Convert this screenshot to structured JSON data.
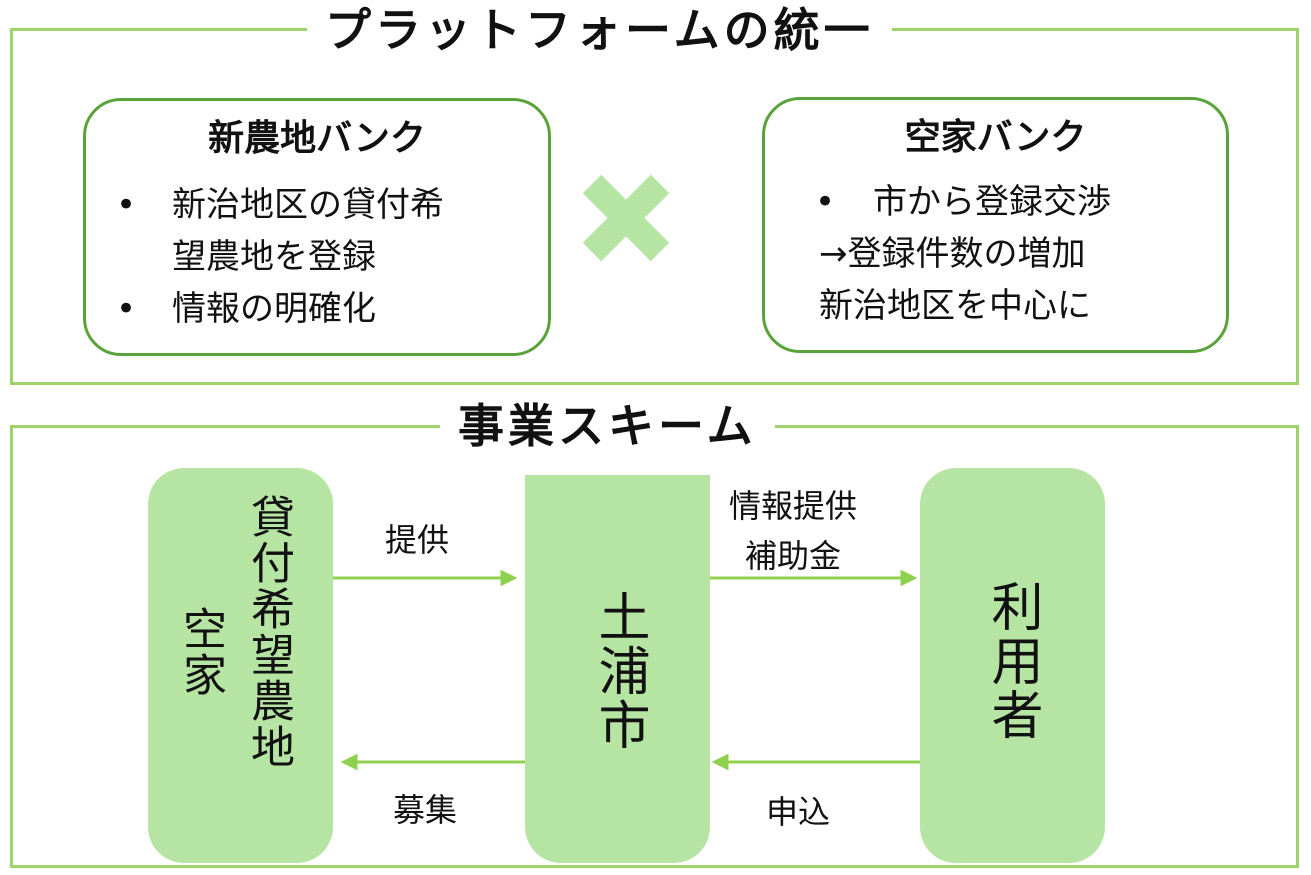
{
  "platform": {
    "title": "プラットフォームの統一",
    "farmland_bank": {
      "title": "新農地バンク",
      "bullet1_line1": "新治地区の貸付希",
      "bullet1_line2": "望農地を登録",
      "bullet2": "情報の明確化"
    },
    "combine_symbol": "×",
    "vacant_house_bank": {
      "title": "空家バンク",
      "line1": "市から登録交渉",
      "line2": "→登録件数の増加",
      "line3": "新治地区を中心に"
    },
    "bullet_char": "•"
  },
  "scheme": {
    "title": "事業スキーム",
    "provider": {
      "col1": "貸付希望農地",
      "col2": "空家"
    },
    "city": "土浦市",
    "users": "利用者",
    "arrow_provide": "提供",
    "arrow_info_line1": "情報提供",
    "arrow_info_line2": "補助金",
    "arrow_recruit": "募集",
    "arrow_apply": "申込"
  },
  "colors": {
    "frame_border": "#9ed36a",
    "bank_border": "#5aa33a",
    "node_fill": "#b6e4a2",
    "arrow": "#8fd14f",
    "cross": "#b6e4a2"
  }
}
